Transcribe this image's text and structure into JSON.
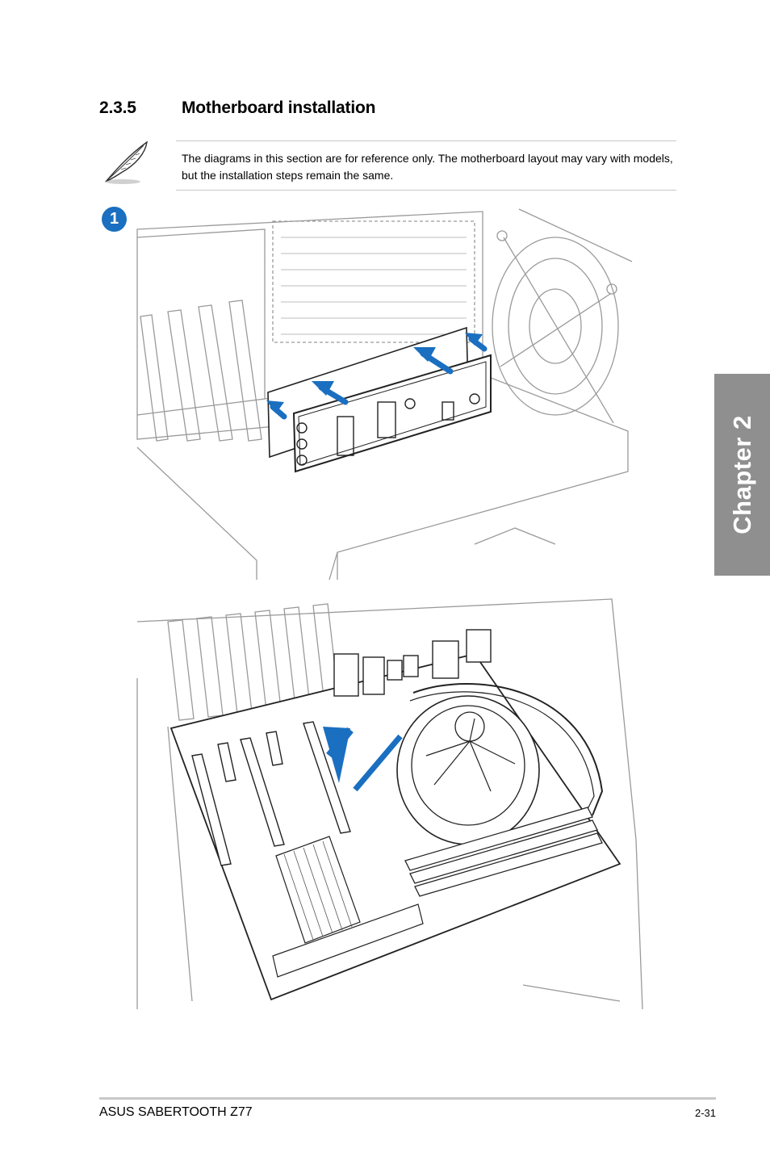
{
  "section": {
    "number": "2.3.5",
    "title": "Motherboard installation"
  },
  "note": {
    "icon": "quill-note-icon",
    "text": "The diagrams in this section are for reference only. The motherboard layout may vary with models, but the installation steps remain the same."
  },
  "step": {
    "label": "1"
  },
  "side_tab": {
    "label": "Chapter 2"
  },
  "footer": {
    "left": "ASUS SABERTOOTH Z77",
    "right": "2-31"
  },
  "colors": {
    "accent": "#1a6fc0",
    "tab": "#8f8f8f",
    "line": "#9a9a9a"
  }
}
